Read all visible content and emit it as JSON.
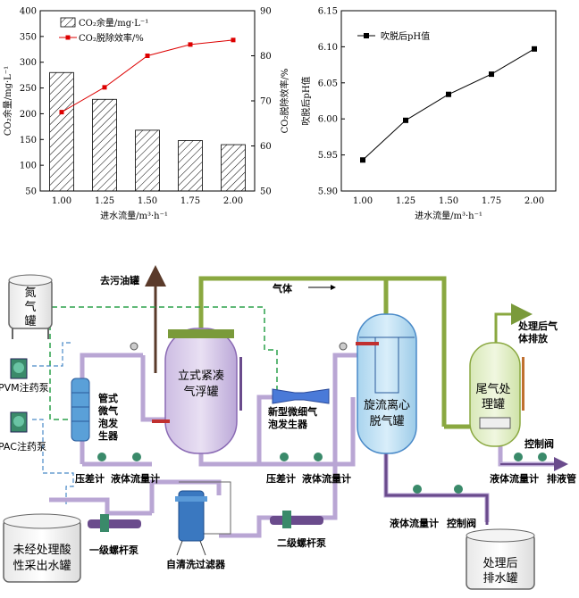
{
  "chart_data": [
    {
      "type": "bar",
      "categories": [
        "1.00",
        "1.25",
        "1.50",
        "1.75",
        "2.00"
      ],
      "series": [
        {
          "name": "CO₂余量/mg·L⁻¹",
          "axis": "left",
          "values": [
            280,
            228,
            168,
            148,
            140
          ]
        },
        {
          "name": "CO₂脱除效率/%",
          "axis": "right",
          "type": "line",
          "values": [
            67.5,
            73,
            80,
            82.5,
            83.5
          ]
        }
      ],
      "xlabel": "进水流量/m³·h⁻¹",
      "ylabel": "CO₂余量/mg·L⁻¹",
      "y2label": "CO₂脱除效率/%",
      "ylim": [
        50,
        400
      ],
      "y2lim": [
        50,
        90
      ],
      "yticks": [
        "50",
        "100",
        "150",
        "200",
        "250",
        "300",
        "350",
        "400"
      ],
      "y2ticks": [
        "50",
        "60",
        "70",
        "80",
        "90"
      ],
      "legend": "top-left"
    },
    {
      "type": "line",
      "categories": [
        "1.00",
        "1.25",
        "1.50",
        "1.75",
        "2.00"
      ],
      "series": [
        {
          "name": "吹脱后pH值",
          "values": [
            5.943,
            5.998,
            6.034,
            6.062,
            6.097
          ]
        }
      ],
      "xlabel": "进水流量/m³·h⁻¹",
      "ylabel": "吹脱后pH值",
      "ylim": [
        5.9,
        6.15
      ],
      "yticks": [
        "5.90",
        "5.95",
        "6.00",
        "6.05",
        "6.10",
        "6.15"
      ],
      "legend": "top-left"
    }
  ],
  "diagram": {
    "labels": {
      "oil_tank": "去污油罐",
      "gas": "气体",
      "nitrogen_tank": "氮气罐",
      "flotation_tank": "立式紧凑气浮罐",
      "cyclone_tank": "旋流离心脱气罐",
      "tail_gas_tank": "尾气处理罐",
      "treated_gas": "处理后气体排放",
      "pvm_pump": "PVM注药泵",
      "pac_pump": "PAC注药泵",
      "tube_bubble_gen": "管式微气泡发生器",
      "new_bubble_gen": "新型微细气泡发生器",
      "dp_gauge_1": "压差计",
      "flow_meter_1": "液体流量计",
      "dp_gauge_2": "压差计",
      "flow_meter_2": "液体流量计",
      "flow_meter_3": "液体流量计",
      "control_valve_1": "控制阀",
      "flow_meter_4": "液体流量计",
      "control_valve_2": "控制阀",
      "drain": "排液管",
      "raw_water_tank": "未经处理酸性采出水罐",
      "pump_1": "一级螺杆泵",
      "pump_2": "二级螺杆泵",
      "filter": "自清洗过滤器",
      "treated_tank": "处理后排水罐"
    }
  }
}
